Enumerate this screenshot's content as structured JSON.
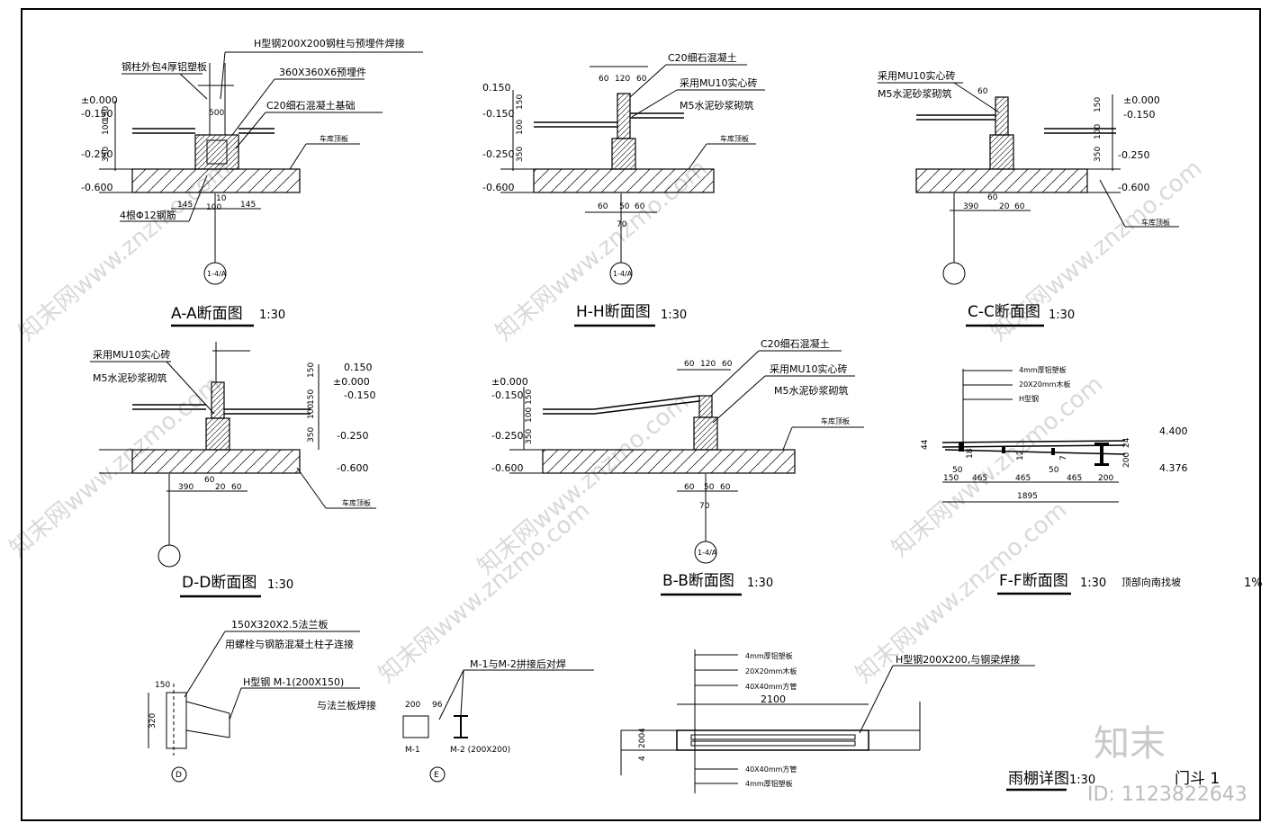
{
  "sections": {
    "aa": {
      "title": "A-A断面图",
      "scale": "1:30",
      "notes": [
        "H型钢200X200钢柱与预埋件焊接",
        "钢柱外包4厚铝塑板",
        "360X360X6预埋件",
        "C20细石混凝土基础",
        "4根Φ12钢筋",
        "车库顶板"
      ],
      "levels": [
        "±0.000",
        "-0.150",
        "-0.250",
        "-0.600"
      ],
      "dims": [
        "500",
        "150",
        "100",
        "350",
        "145",
        "100",
        "10",
        "145"
      ],
      "callout": "1-4/A"
    },
    "hh": {
      "title": "H-H断面图",
      "scale": "1:30",
      "notes": [
        "C20细石混凝土",
        "采用MU10实心砖",
        "M5水泥砂浆砌筑",
        "车库顶板"
      ],
      "levels": [
        "0.150",
        "-0.150",
        "-0.250",
        "-0.600"
      ],
      "dims": [
        "60",
        "120",
        "60",
        "150",
        "100",
        "350",
        "60",
        "50",
        "60",
        "70"
      ],
      "callout": "1-4/A"
    },
    "cc": {
      "title": "C-C断面图",
      "scale": "1:30",
      "notes": [
        "采用MU10实心砖",
        "M5水泥砂浆砌筑",
        "车库顶板"
      ],
      "levels": [
        "±0.000",
        "-0.150",
        "-0.250",
        "-0.600"
      ],
      "dims": [
        "60",
        "150",
        "100",
        "350",
        "60",
        "390",
        "20",
        "60"
      ]
    },
    "dd": {
      "title": "D-D断面图",
      "scale": "1:30",
      "notes": [
        "采用MU10实心砖",
        "M5水泥砂浆砌筑",
        "车库顶板"
      ],
      "levels": [
        "0.150",
        "±0.000",
        "-0.150",
        "-0.250",
        "-0.600"
      ],
      "dims": [
        "150",
        "150",
        "100",
        "350",
        "390",
        "60",
        "20",
        "60"
      ]
    },
    "bb": {
      "title": "B-B断面图",
      "scale": "1:30",
      "notes": [
        "C20细石混凝土",
        "采用MU10实心砖",
        "M5水泥砂浆砌筑",
        "车库顶板"
      ],
      "levels": [
        "±0.000",
        "-0.150",
        "-0.250",
        "-0.600"
      ],
      "dims": [
        "60",
        "120",
        "60",
        "150",
        "100",
        "350",
        "60",
        "50",
        "60",
        "70"
      ],
      "callout": "1-4/A"
    },
    "ff": {
      "title": "F-F断面图",
      "scale": "1:30",
      "note": "顶部向南找坡",
      "slope": "1%",
      "layers": [
        "4mm厚铝塑板",
        "20X20mm木板",
        "H型钢"
      ],
      "levels": [
        "4.400",
        "4.376"
      ],
      "dims": [
        "44",
        "18",
        "24",
        "200",
        "12",
        "7",
        "150",
        "50",
        "465",
        "465",
        "50",
        "465",
        "200",
        "1895"
      ]
    },
    "d": {
      "label": "D",
      "notes": [
        "150X320X2.5法兰板",
        "用螺栓与钢筋混凝土柱子连接",
        "H型钢 M-1(200X150)",
        "与法兰板焊接"
      ],
      "dims": [
        "150",
        "320"
      ]
    },
    "e": {
      "label": "E",
      "note": "M-1与M-2拼接后对焊",
      "dims": [
        "200",
        "96"
      ],
      "names": [
        "M-1",
        "M-2 (200X200)"
      ]
    },
    "canopy": {
      "title": "雨棚详图",
      "scale": "1:30",
      "extra": "门斗  1",
      "top_layers": [
        "4mm厚铝塑板",
        "20X20mm木板",
        "40X40mm方管"
      ],
      "bottom_layers": [
        "40X40mm方管",
        "4mm厚铝塑板"
      ],
      "note": "H型钢200X200,与钢梁焊接",
      "dims": [
        "2100",
        "4",
        "200",
        "4"
      ]
    }
  },
  "watermark": {
    "text": "知末网www.znzmo.com",
    "brand": "知末",
    "id": "ID: 1123822643"
  }
}
